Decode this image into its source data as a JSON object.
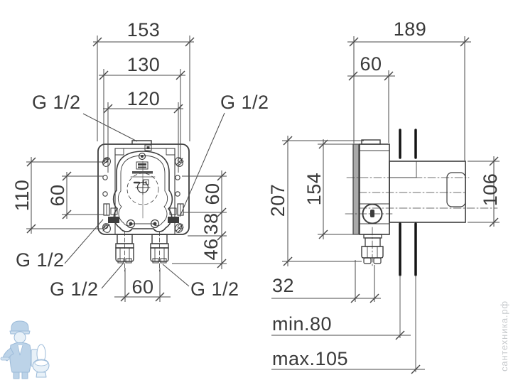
{
  "front_view": {
    "dim_width_outer": "153",
    "dim_width_screws": "130",
    "dim_width_holes": "120",
    "dim_height_screws": "110",
    "dim_height_holes": "60",
    "dim_right_top": "60",
    "dim_right_mid": "38",
    "dim_right_bottom": "46",
    "dim_outlet_spacing": "60",
    "port_top": "G 1/2",
    "port_right": "G 1/2",
    "port_left": "G 1/2",
    "port_outlet_left": "G 1/2",
    "port_outlet_right": "G 1/2"
  },
  "side_view": {
    "dim_depth_total": "189",
    "dim_depth_front": "60",
    "dim_height_total": "207",
    "dim_height_body": "154",
    "dim_block_height": "106",
    "dim_outlet_offset": "32",
    "dim_depth_min": "min.80",
    "dim_depth_max": "max.105"
  },
  "watermark": {
    "site_text": "сантехника.рф"
  },
  "colors": {
    "line": "#3d3d3d",
    "dim_line": "#4a4a4a",
    "tile_line": "#141414",
    "watermark_blue": "#b9d0e6",
    "watermark_blue_dark": "#9cbbd9",
    "watermark_text": "#c6c9cc"
  }
}
